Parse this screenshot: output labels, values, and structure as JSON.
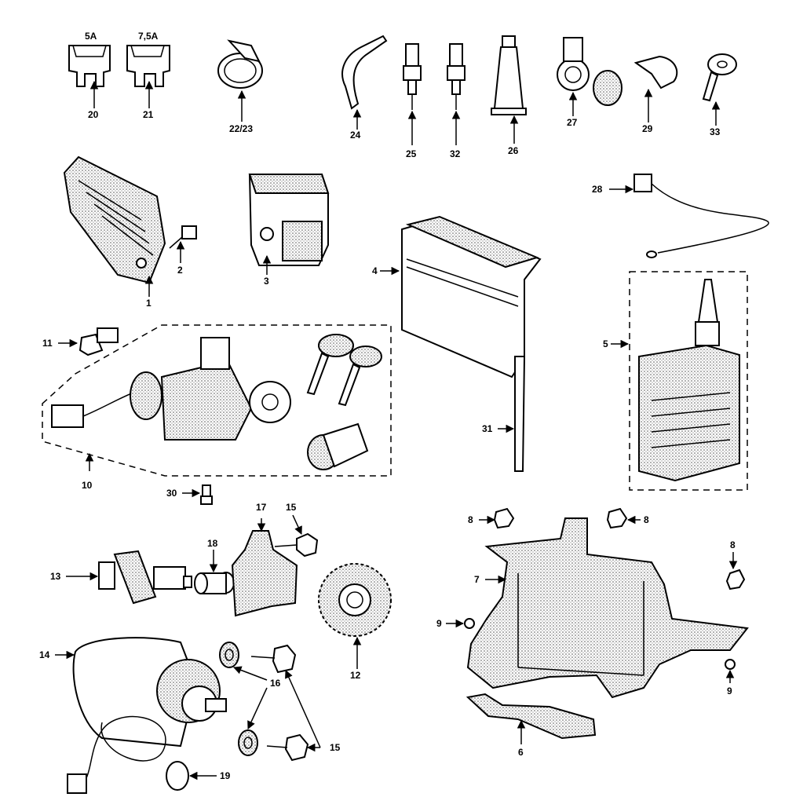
{
  "callouts": [
    {
      "id": "c20",
      "text": "20"
    },
    {
      "id": "c21",
      "text": "21"
    },
    {
      "id": "c5a",
      "text": "5A"
    },
    {
      "id": "c75a",
      "text": "7,5A"
    },
    {
      "id": "c2223",
      "text": "22/23"
    },
    {
      "id": "c24",
      "text": "24"
    },
    {
      "id": "c25",
      "text": "25"
    },
    {
      "id": "c32",
      "text": "32"
    },
    {
      "id": "c26",
      "text": "26"
    },
    {
      "id": "c27",
      "text": "27"
    },
    {
      "id": "c29",
      "text": "29"
    },
    {
      "id": "c33",
      "text": "33"
    },
    {
      "id": "c1",
      "text": "1"
    },
    {
      "id": "c2",
      "text": "2"
    },
    {
      "id": "c3",
      "text": "3"
    },
    {
      "id": "c28",
      "text": "28"
    },
    {
      "id": "c4",
      "text": "4"
    },
    {
      "id": "c5",
      "text": "5"
    },
    {
      "id": "c11",
      "text": "11"
    },
    {
      "id": "c10",
      "text": "10"
    },
    {
      "id": "c31",
      "text": "31"
    },
    {
      "id": "c30",
      "text": "30"
    },
    {
      "id": "c17",
      "text": "17"
    },
    {
      "id": "c15a",
      "text": "15"
    },
    {
      "id": "c18",
      "text": "18"
    },
    {
      "id": "c13",
      "text": "13"
    },
    {
      "id": "c12",
      "text": "12"
    },
    {
      "id": "c14",
      "text": "14"
    },
    {
      "id": "c16",
      "text": "16"
    },
    {
      "id": "c15b",
      "text": "15"
    },
    {
      "id": "c19",
      "text": "19"
    },
    {
      "id": "c8a",
      "text": "8"
    },
    {
      "id": "c8b",
      "text": "8"
    },
    {
      "id": "c8c",
      "text": "8"
    },
    {
      "id": "c7",
      "text": "7"
    },
    {
      "id": "c9a",
      "text": "9"
    },
    {
      "id": "c9b",
      "text": "9"
    },
    {
      "id": "c6",
      "text": "6"
    }
  ]
}
